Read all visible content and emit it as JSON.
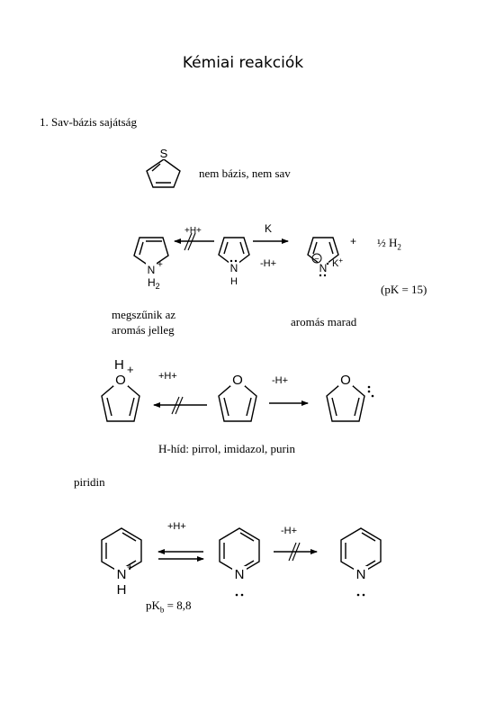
{
  "title": "Kémiai reakciók",
  "section": "1. Sav-bázis sajátság",
  "thiophene": {
    "atom_s": "S",
    "note": "nem bázis, nem sav"
  },
  "pyrrole": {
    "reag_protonate": "+H+",
    "reag_k": "K",
    "reag_deprot": "-H+",
    "plus": "+",
    "h2": "½ H",
    "h2_sub": "2",
    "pk": "(pK = 15)",
    "left_n": "N",
    "left_plus": "+",
    "left_h2": "H",
    "left_h2_sub": "2",
    "mid_n": "N",
    "mid_h": "H",
    "right_n": "N",
    "right_k": "K",
    "right_kplus": "+",
    "minus": "−",
    "note_left_1": "megszűnik az",
    "note_left_2": "aromás jelleg",
    "note_right": "aromás marad"
  },
  "furan": {
    "left_h": "H",
    "left_plus": "+",
    "left_o": "O",
    "mid_o": "O",
    "right_o": "O",
    "reag_protonate": "+H+",
    "reag_deprot": "-H+",
    "note": "H-híd: pirrol, imidazol, purin"
  },
  "pyridine": {
    "label": "piridin",
    "reag_protonate": "+H+",
    "reag_deprot": "-H+",
    "left_n": "N",
    "left_plus": "+",
    "left_h": "H",
    "mid_n": "N",
    "right_n": "N",
    "pkb": "pK",
    "pkb_sub": "b",
    "pkb_val": " = 8,8"
  }
}
